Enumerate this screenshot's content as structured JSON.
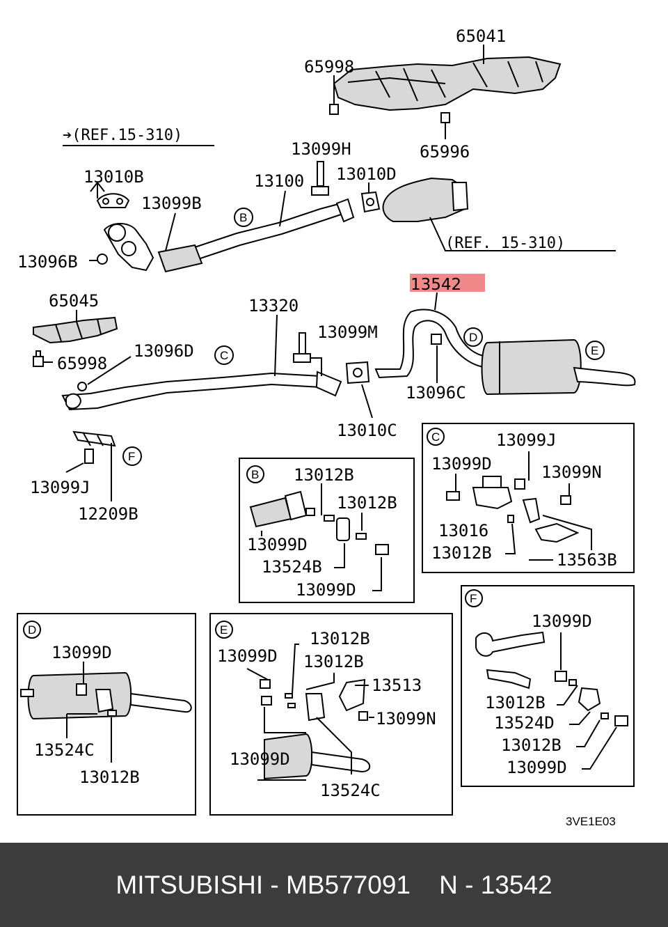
{
  "refs": {
    "ref_top_left": "➔(REF.15-310)",
    "ref_right": "(REF. 15-310)"
  },
  "highlight_color": "#f08a8a",
  "part_labels": {
    "p65041": "65041",
    "p65998_top": "65998",
    "p65996": "65996",
    "p13099H": "13099H",
    "p13010B": "13010B",
    "p13100": "13100",
    "p13010D": "13010D",
    "p13099B": "13099B",
    "p13096B": "13096B",
    "p13542": "13542",
    "p65045": "65045",
    "p13320": "13320",
    "p13099M": "13099M",
    "p65998_mid": "65998",
    "p13096D": "13096D",
    "p13096C": "13096C",
    "p13010C": "13010C",
    "p13099J_left": "13099J",
    "p12209B": "12209B"
  },
  "callouts": {
    "B": "B",
    "C": "C",
    "D": "D",
    "E": "E",
    "F": "F"
  },
  "detail_b": {
    "letter": "B",
    "a": "13012B",
    "b": "13012B",
    "c": "13099D",
    "d": "13524B",
    "e": "13099D"
  },
  "detail_c": {
    "letter": "C",
    "a": "13099J",
    "b": "13099D",
    "c": "13099N",
    "d": "13016",
    "e": "13012B",
    "f": "13563B"
  },
  "detail_d": {
    "letter": "D",
    "a": "13099D",
    "b": "13524C",
    "c": "13012B"
  },
  "detail_e": {
    "letter": "E",
    "a": "13012B",
    "b": "13099D",
    "c": "13012B",
    "d": "13513",
    "e": "13099N",
    "f": "13099D",
    "g": "13524C"
  },
  "detail_f": {
    "letter": "F",
    "a": "13099D",
    "b": "13012B",
    "c": "13524D",
    "d": "13012B",
    "e": "13099D"
  },
  "diagram_code": "3VE1E03",
  "footer": {
    "text": "MITSUBISHI - MB577091    N - 13542",
    "bg_color": "#3c3c3c",
    "text_color": "#ffffff"
  }
}
